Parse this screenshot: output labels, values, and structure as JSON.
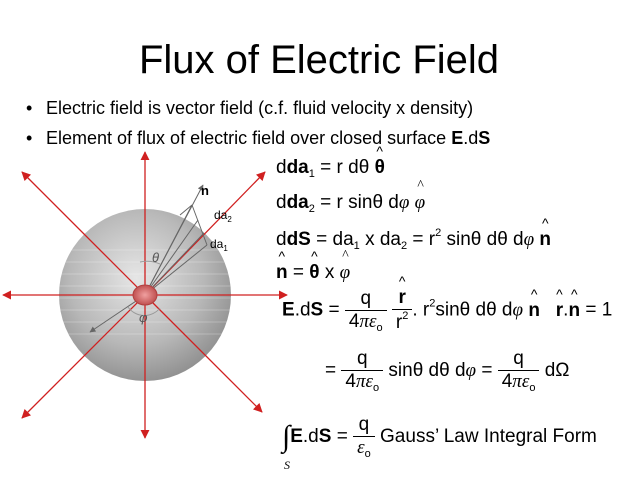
{
  "title": "Flux of Electric Field",
  "bullets": [
    "Electric field is vector field (c.f. fluid velocity x density)",
    "Element of flux of electric field over closed surface "
  ],
  "bullet2_bold": "E",
  "bullet2_tail": ".d",
  "bullet2_bold2": "S",
  "diagram": {
    "label_n": "n",
    "label_da2": "da",
    "label_da2_sub": "2",
    "label_da1": "da",
    "label_da1_sub": "1",
    "label_theta": "θ",
    "label_phi": "φ"
  },
  "equations": {
    "da1_lhs": "da",
    "da1_sub": "1",
    "da1_rhs": "= r dθ ",
    "da1_vec": "θ",
    "da2_lhs": "da",
    "da2_sub": "2",
    "da2_rhs": "= r sinθ d",
    "da2_phi": "φ",
    "da2_vec": "φ",
    "dS_lhs": "dS",
    "dS_eq": "= da",
    "dS_sub1": "1",
    "dS_x": "x da",
    "dS_sub2": "2",
    "dS_eq2": "= r",
    "dS_sup": "2",
    "dS_tail": "sinθ dθ  d",
    "dS_phi": "φ",
    "dS_n": "n",
    "n_lhs": "n",
    "n_eq": "=",
    "n_theta": "θ",
    "n_x": "x",
    "n_phi": "φ",
    "EdS_E": "E",
    "EdS_d": ".d",
    "EdS_S": "S",
    "EdS_eq": "=",
    "q": "q",
    "four_pi": "4",
    "pi": "π",
    "eps": "ε",
    "eps_sub": "o",
    "r_vec": "r",
    "r2": "r",
    "r2_sup": "2",
    "EdS_mid": ". r",
    "EdS_mid_sup": "2",
    "EdS_tail": "sinθ dθ d",
    "EdS_phi": "φ",
    "EdS_n": "n",
    "rn_r": "r",
    "rn_dot": ".",
    "rn_n": "n",
    "rn_eq": "= 1",
    "line2_tail": "sinθ dθ d",
    "line2_phi": "φ",
    "line2_eq": "=",
    "line2_dOmega": "dΩ",
    "int_S": "S",
    "int_E": "E",
    "int_d": ".d",
    "int_Sb": "S",
    "int_eq": "=",
    "gauss_label": "Gauss’ Law  Integral Form"
  }
}
